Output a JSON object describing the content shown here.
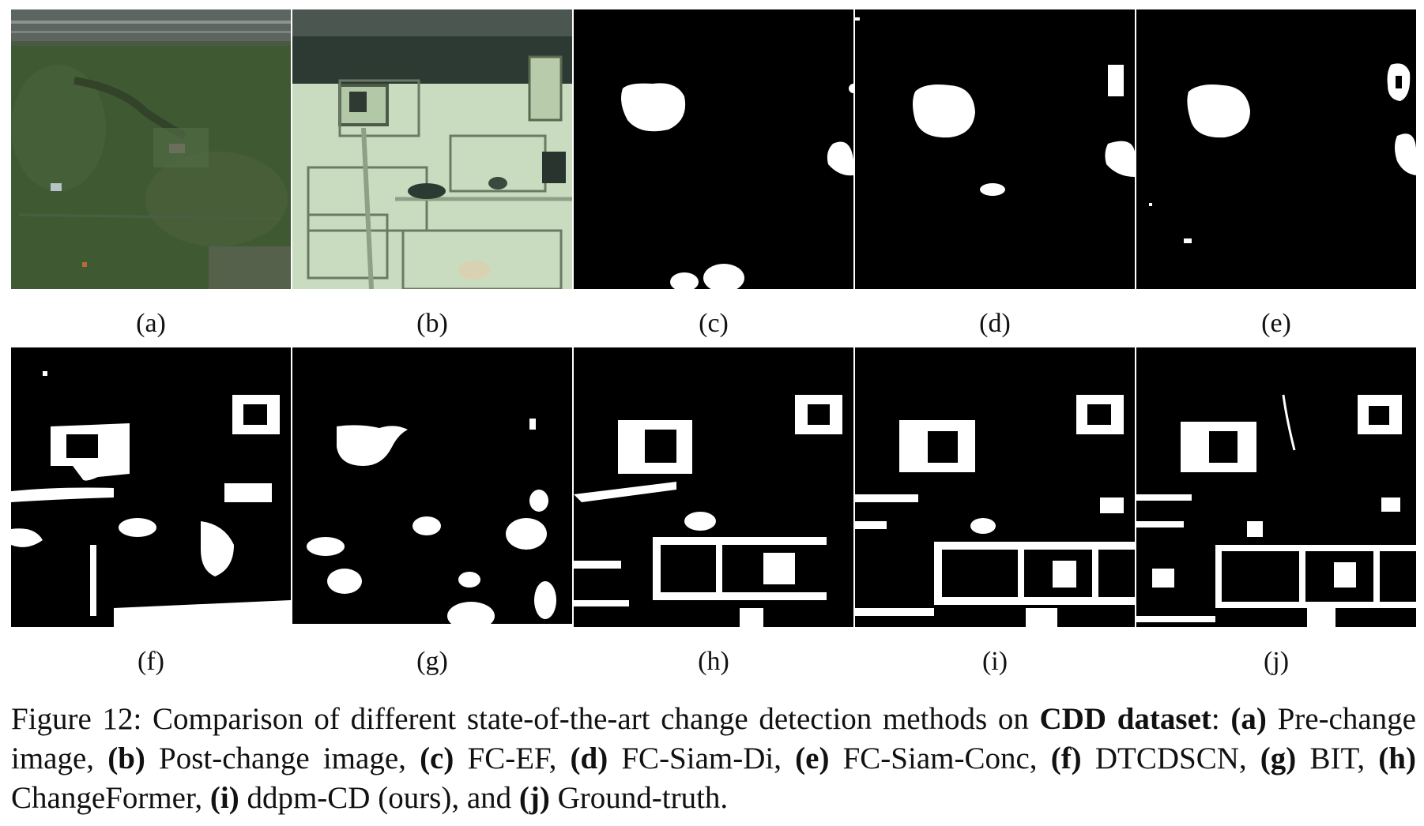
{
  "figure": {
    "panels": [
      {
        "id": "a",
        "label": "(a)",
        "kind": "pre-change satellite image"
      },
      {
        "id": "b",
        "label": "(b)",
        "kind": "post-change satellite image"
      },
      {
        "id": "c",
        "label": "(c)",
        "kind": "change map"
      },
      {
        "id": "d",
        "label": "(d)",
        "kind": "change map"
      },
      {
        "id": "e",
        "label": "(e)",
        "kind": "change map"
      },
      {
        "id": "f",
        "label": "(f)",
        "kind": "change map"
      },
      {
        "id": "g",
        "label": "(g)",
        "kind": "change map"
      },
      {
        "id": "h",
        "label": "(h)",
        "kind": "change map"
      },
      {
        "id": "i",
        "label": "(i)",
        "kind": "change map"
      },
      {
        "id": "j",
        "label": "(j)",
        "kind": "change map"
      }
    ],
    "caption": {
      "prefix": "Figure 12: Comparison of different state-of-the-art change detection methods on ",
      "dataset": "CDD dataset",
      "items": [
        {
          "key": "(a)",
          "text": " Pre-change image, "
        },
        {
          "key": "(b)",
          "text": " Post-change image, "
        },
        {
          "key": "(c)",
          "text": " FC-EF, "
        },
        {
          "key": "(d)",
          "text": " FC-Siam-Di, "
        },
        {
          "key": "(e)",
          "text": " FC-Siam-Conc, "
        },
        {
          "key": "(f)",
          "text": " DTCDSCN, "
        },
        {
          "key": "(g)",
          "text": " BIT, "
        },
        {
          "key": "(h)",
          "text": " ChangeFormer, "
        },
        {
          "key": "(i)",
          "text": " ddpm-CD (ours), and "
        },
        {
          "key": "(j)",
          "text": " Ground-truth."
        }
      ]
    }
  },
  "colors": {
    "grass": "#3f5a33",
    "snow": "#c9dcbf",
    "mask_bg": "#000000",
    "mask_fg": "#ffffff"
  }
}
